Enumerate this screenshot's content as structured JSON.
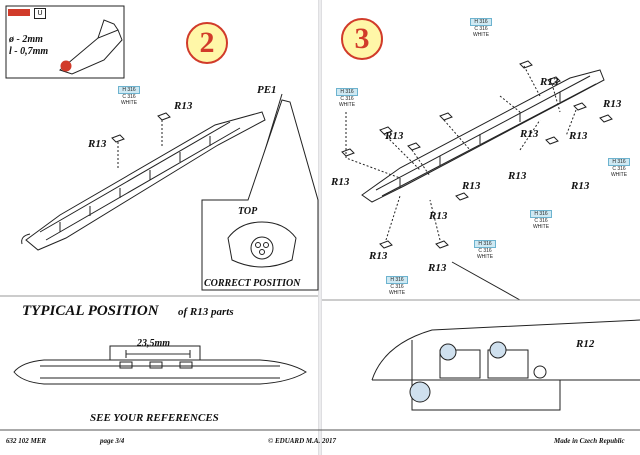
{
  "legend": {
    "diameter": "ø - 2mm",
    "length": "l - 0,7mm",
    "badge_u": "U"
  },
  "steps": {
    "two": "2",
    "three": "3"
  },
  "labels": {
    "pe1": "PE1",
    "r13": "R13",
    "r12": "R12",
    "top": "TOP",
    "correct_position": "CORRECT POSITION",
    "typical_position": "TYPICAL POSITION",
    "of_r13_parts": "of R13 parts",
    "dimension": "23,5mm",
    "see_refs": "SEE YOUR REFERENCES"
  },
  "paint": {
    "code": "H 316",
    "c": "C 316",
    "name": "WHITE"
  },
  "footer": {
    "part_no": "632 102  MER",
    "page": "page 3/4",
    "copyright": "© EDUARD  M.A. 2017",
    "origin": "Made in Czech Republic"
  },
  "colors": {
    "accent_red": "#d13b2a",
    "step_fill": "#fff7a8",
    "paint_blue": "#cfe9f3"
  }
}
